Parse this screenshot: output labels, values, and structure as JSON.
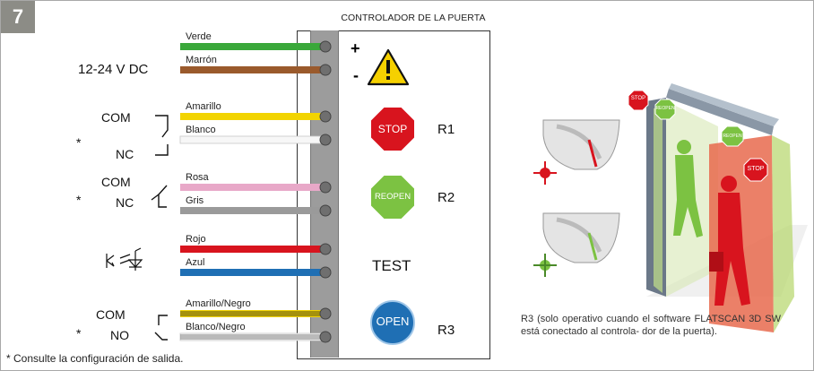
{
  "figure": {
    "number": "7",
    "controller_title": "CONTROLADOR DE LA PUERTA",
    "power": {
      "label": "12-24 V DC",
      "plus": "+",
      "minus": "-"
    },
    "wires": [
      {
        "name": "Verde",
        "color": "#3aa83a"
      },
      {
        "name": "Marrón",
        "color": "#9a5a2c"
      },
      {
        "name": "Amarillo",
        "color": "#f2d400"
      },
      {
        "name": "Blanco",
        "color": "#f4f4f4"
      },
      {
        "name": "Rosa",
        "color": "#e8a8c8"
      },
      {
        "name": "Gris",
        "color": "#9a9a9a"
      },
      {
        "name": "Rojo",
        "color": "#d8141e"
      },
      {
        "name": "Azul",
        "color": "#1f6fb4"
      },
      {
        "name": "Amarillo/Negro",
        "color": "#f2d400"
      },
      {
        "name": "Blanco/Negro",
        "color": "#f4f4f4"
      }
    ],
    "relays": {
      "r1": {
        "com": "COM",
        "nc": "NC",
        "asterisk": "*",
        "sign": "STOP",
        "label": "R1"
      },
      "r2": {
        "com": "COM",
        "nc": "NC",
        "asterisk": "*",
        "sign": "REOPEN",
        "label": "R2"
      },
      "test": {
        "label": "TEST"
      },
      "r3": {
        "com": "COM",
        "no": "NO",
        "asterisk": "*",
        "sign": "OPEN",
        "label": "R3"
      }
    },
    "footnote": "* Consulte la configuración de salida.",
    "r3_note": "R3 (solo operativo cuando el software FLATSCAN 3D SW está conectado al controla- dor de la puerta).",
    "illustration": {
      "stop_sign": "STOP",
      "reopen_sign": "REOPEN",
      "colors": {
        "stop": "#d8141e",
        "reopen": "#7cc242",
        "open": "#1f6fb4"
      }
    }
  }
}
